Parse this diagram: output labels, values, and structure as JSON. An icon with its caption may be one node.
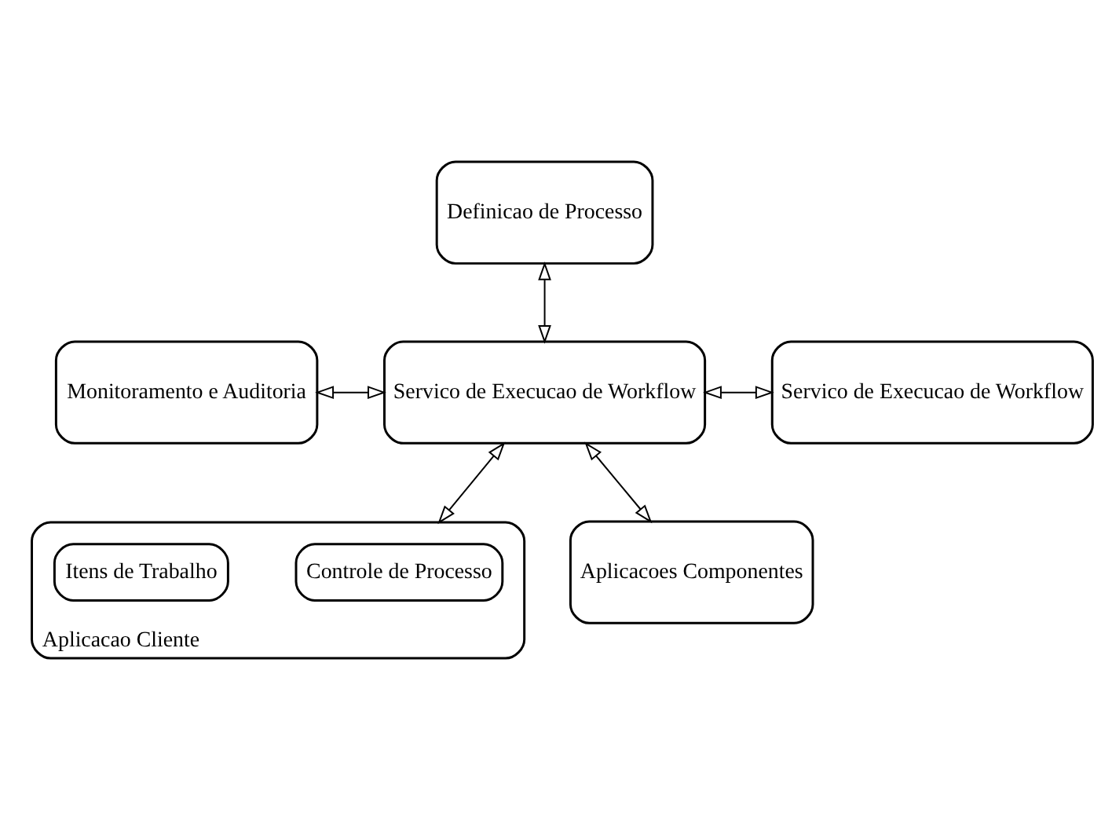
{
  "diagram": {
    "nodes": [
      {
        "text": [
          "Definicao de Processo"
        ]
      },
      {
        "text": [
          "Monitoramento e Auditoria"
        ]
      },
      {
        "text": [
          "Servico de Execucao de Workflow"
        ]
      },
      {
        "text": [
          "Servico de Execucao de Workflow"
        ]
      },
      {
        "text": [
          "Aplicacao Cliente"
        ]
      },
      {
        "text": [
          "Controle de Processo"
        ],
        "in": 4
      },
      {
        "text": [
          "Itens de Trabalho"
        ],
        "in": 4
      },
      {
        "text": [
          "Aplicacoes Componentes"
        ]
      }
    ],
    "edges": [
      {
        "from": 0,
        "to": 2,
        "arrow": "both"
      },
      {
        "from": 1,
        "to": 2,
        "arrow": "both"
      },
      {
        "from": 2,
        "to": 3,
        "arrow": "both"
      },
      {
        "from": 2,
        "to": 4,
        "arrow": "both"
      },
      {
        "from": 2,
        "to": 7,
        "arrow": "both"
      }
    ]
  }
}
